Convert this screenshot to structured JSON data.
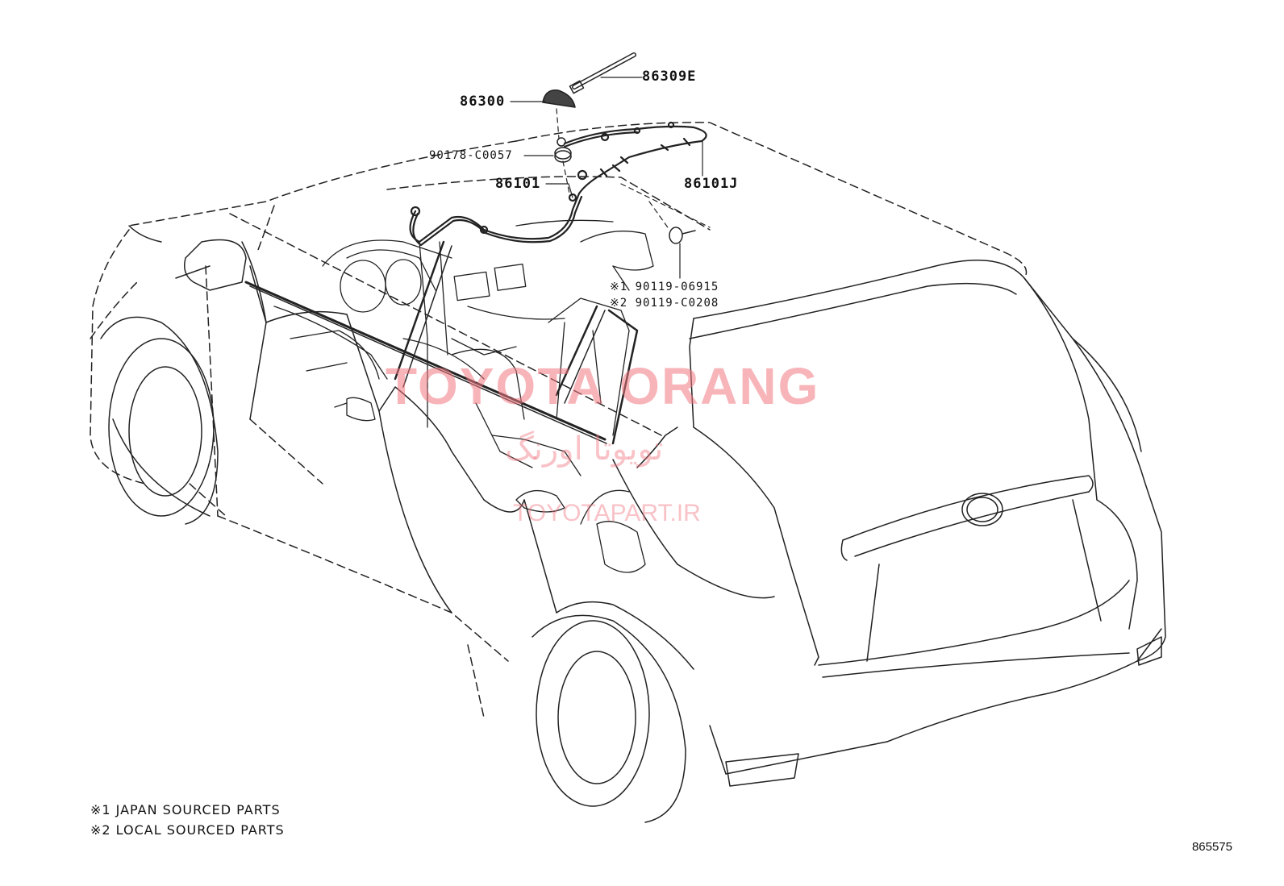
{
  "parts": {
    "p86309E": "86309E",
    "p86300": "86300",
    "p90178": "90178-C0057",
    "p86101": "86101",
    "p86101J": "86101J",
    "p90119a": "※1 90119-06915",
    "p90119b": "※2 90119-C0208"
  },
  "notes": {
    "note1": "※1 JAPAN SOURCED PARTS",
    "note2": "※2 LOCAL SOURCED PARTS"
  },
  "watermark": {
    "main": "TOYOTA ORANG",
    "persian": "تویوتا اورنگ",
    "url": "TOYOTAPART.IR",
    "color": "#f07882"
  },
  "diagram_id": "865575"
}
